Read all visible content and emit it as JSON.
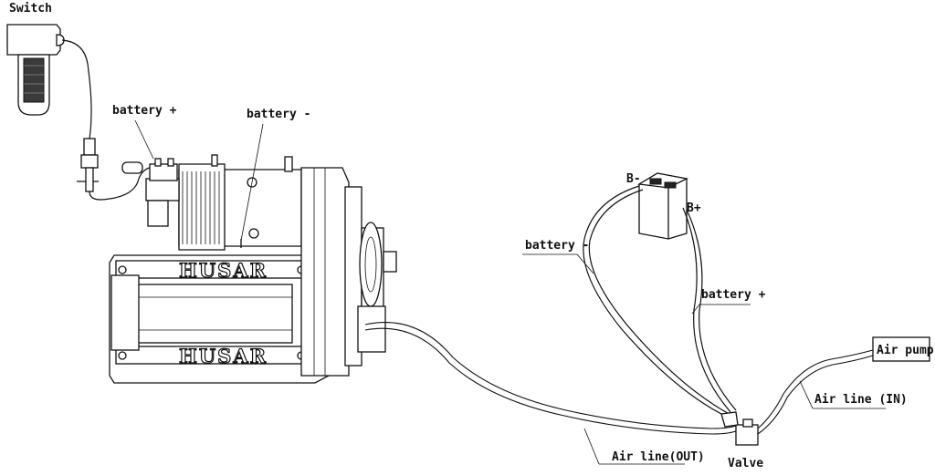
{
  "diagram": {
    "labels": {
      "switch": "Switch",
      "battery_plus_winch": "battery +",
      "battery_minus_winch": "battery -",
      "b_minus": "B-",
      "b_plus": "B+",
      "battery_minus_lead": "battery -",
      "battery_plus_lead": "battery +",
      "air_pump": "Air pump",
      "air_line_in": "Air line (IN)",
      "air_line_out": "Air line(OUT)",
      "valve": "Valve"
    },
    "brand_text": "HUSAR"
  }
}
